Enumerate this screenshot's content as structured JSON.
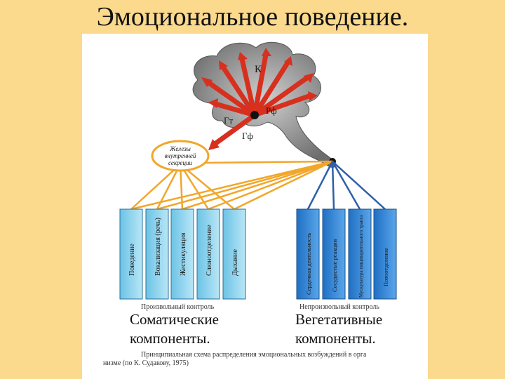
{
  "title": "Эмоциональное поведение.",
  "brain": {
    "label_k": "К",
    "label_rf": "Рф",
    "label_gt": "Гт",
    "label_gf": "Гф"
  },
  "gland": {
    "line1": "Железы",
    "line2": "внутренней",
    "line3": "секреции"
  },
  "somatic_boxes": [
    "Поведение",
    "Вокализация (речь)",
    "Жестикуляция",
    "Слюноотделение",
    "Дыхание"
  ],
  "vegetative_boxes": [
    "Сердечная деятельность",
    "Сосудистые реакции",
    "Мускулатура пищеварительного тракта",
    "Потоотделение"
  ],
  "captions": {
    "somatic_small": "Произвольный контроль",
    "vegetative_small": "Непроизвольный контроль",
    "somatic_big_1": "Соматические",
    "somatic_big_2": "компоненты.",
    "vegetative_big_1": "Вегетативные",
    "vegetative_big_2": "компоненты.",
    "figure_caption_1": "Принципиальная схема распределения эмоциональных возбуждений в орга",
    "figure_caption_2": "низме (по К. Судакову, 1975)"
  },
  "colors": {
    "background": "#fbd98d",
    "somatic_box": "#8fd3ec",
    "vegetative_box": "#2f86d6",
    "brain": "#8c8c8c",
    "arrow": "#d7301f",
    "line_orange": "#f2a62a"
  }
}
